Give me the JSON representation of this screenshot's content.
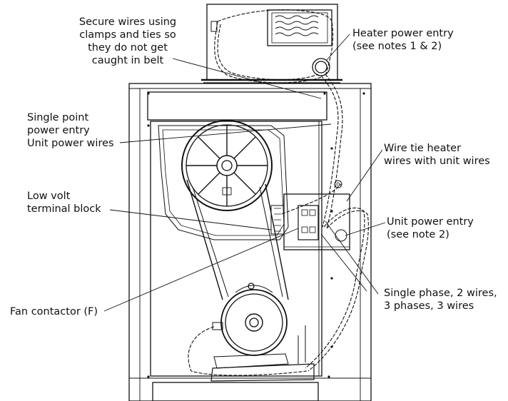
{
  "labels": {
    "secure_wires": [
      "Secure wires using",
      "clamps and ties so",
      "they do not get",
      "caught in belt"
    ],
    "heater_power": [
      "Heater power entry",
      "(see notes 1 & 2)"
    ],
    "single_point": [
      "Single point",
      "power entry",
      "Unit power wires"
    ],
    "wire_tie": [
      "Wire tie heater",
      "wires with unit wires"
    ],
    "low_volt": [
      "Low volt",
      "terminal block"
    ],
    "unit_power": [
      "Unit power entry",
      "(see note 2)"
    ],
    "phase_wires": [
      "Single phase, 2 wires,",
      "3 phases, 3 wires"
    ],
    "fan_contactor": "Fan contactor (F)"
  },
  "colors": {
    "line": "#111111",
    "background": "#ffffff"
  }
}
